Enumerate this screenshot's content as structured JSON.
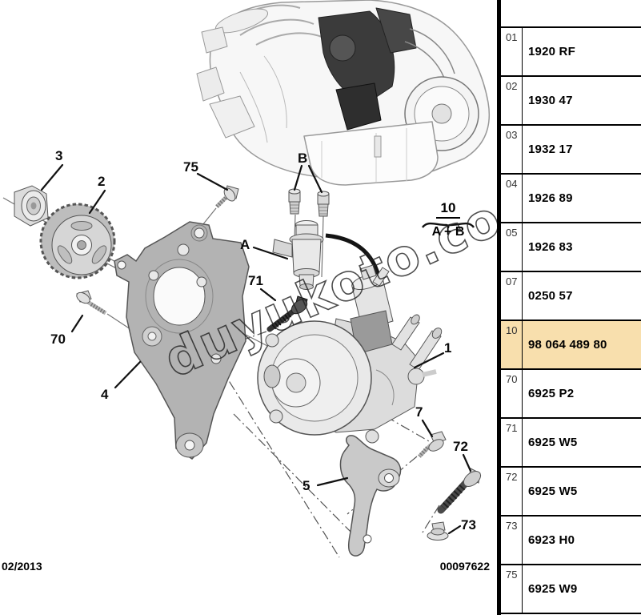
{
  "diagram": {
    "callouts": {
      "c3": "3",
      "c2": "2",
      "c75": "75",
      "cB": "B",
      "cA": "A",
      "c71": "71",
      "c70": "70",
      "c4": "4",
      "c1": "1",
      "c7": "7",
      "c72": "72",
      "c5": "5",
      "c73": "73"
    },
    "group_note": {
      "numerator": "10",
      "denominator": "A + B"
    },
    "watermark": "duyukoto.com"
  },
  "footer": {
    "date": "02/2013",
    "doc_number": "00097622"
  },
  "table": {
    "highlight_color": "#F8DFAD",
    "rows": [
      {
        "num": "01",
        "part": "1920 RF",
        "highlighted": false
      },
      {
        "num": "02",
        "part": "1930 47",
        "highlighted": false
      },
      {
        "num": "03",
        "part": "1932 17",
        "highlighted": false
      },
      {
        "num": "04",
        "part": "1926 89",
        "highlighted": false
      },
      {
        "num": "05",
        "part": "1926 83",
        "highlighted": false
      },
      {
        "num": "07",
        "part": "0250 57",
        "highlighted": false
      },
      {
        "num": "10",
        "part": "98 064 489 80",
        "highlighted": true
      },
      {
        "num": "70",
        "part": "6925 P2",
        "highlighted": false
      },
      {
        "num": "71",
        "part": "6925 W5",
        "highlighted": false
      },
      {
        "num": "72",
        "part": "6925 W5",
        "highlighted": false
      },
      {
        "num": "73",
        "part": "6923 H0",
        "highlighted": false
      },
      {
        "num": "75",
        "part": "6925 W9",
        "highlighted": false
      }
    ]
  }
}
